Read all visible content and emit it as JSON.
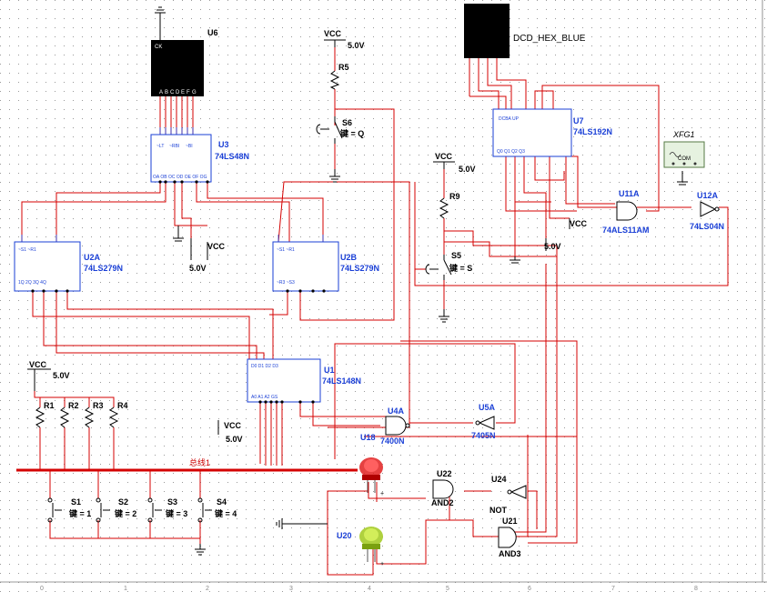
{
  "bus": {
    "label": "总线1"
  },
  "chips": {
    "u6": "U6",
    "u3": {
      "ref": "U3",
      "type": "74LS48N"
    },
    "u2a": {
      "ref": "U2A",
      "type": "74LS279N"
    },
    "u2b": {
      "ref": "U2B",
      "type": "74LS279N"
    },
    "u1": {
      "ref": "U1",
      "type": "74LS148N"
    },
    "u7": {
      "ref": "U7",
      "type": "74LS192N"
    },
    "u11a": {
      "ref": "U11A",
      "type": "74ALS11AM"
    },
    "u12a": {
      "ref": "U12A",
      "type": "74LS04N"
    },
    "u4a": {
      "ref": "U4A",
      "type": "7400N"
    },
    "u5a": {
      "ref": "U5A",
      "type": "7405N"
    },
    "u18": "U18",
    "u22": {
      "ref": "U22",
      "type": "AND2"
    },
    "u24": {
      "ref": "U24",
      "type": "NOT"
    },
    "u21": {
      "ref": "U21",
      "type": "AND3"
    },
    "u20": "U20",
    "fg1": "XFG1"
  },
  "display": {
    "u6_pins": [
      "A",
      "B",
      "C",
      "D",
      "E",
      "F",
      "G"
    ],
    "u6_ck": "CK",
    "hex_label": "DCD_HEX_BLUE"
  },
  "power": {
    "vcc": "VCC",
    "v5": "5.0V"
  },
  "resistors": [
    "R1",
    "R2",
    "R3",
    "R4",
    "R5",
    "R9"
  ],
  "switches": [
    {
      "ref": "S1",
      "key": "键 = 1"
    },
    {
      "ref": "S2",
      "key": "键 = 2"
    },
    {
      "ref": "S3",
      "key": "键 = 3"
    },
    {
      "ref": "S4",
      "key": "键 = 4"
    },
    {
      "ref": "S5",
      "key": "键 = S"
    },
    {
      "ref": "S6",
      "key": "键 = Q"
    }
  ],
  "fg_com": "COM",
  "ruler": [
    "0",
    "1",
    "2",
    "3",
    "4",
    "5",
    "6",
    "7",
    "8"
  ]
}
